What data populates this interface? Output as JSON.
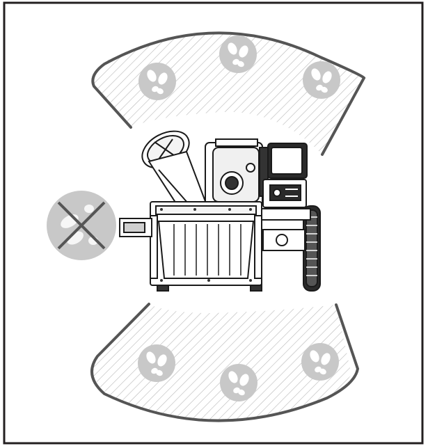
{
  "diagram": {
    "subject": "wood-chipper",
    "zones": [
      {
        "id": "front",
        "allowed": true,
        "footprint_count": 3
      },
      {
        "id": "rear",
        "allowed": true,
        "footprint_count": 3
      },
      {
        "id": "side",
        "allowed": false
      }
    ],
    "colors": {
      "frame": "#231f20",
      "zone_outline": "#555555",
      "hatch": "#b8b8b8",
      "badge": "#c8c8c8",
      "badge_mark": "#ffffff",
      "prohibit_mark": "#555555",
      "machine_line": "#1a1a1a"
    },
    "icons": [
      "footprint-icon",
      "prohibited-footprint-icon"
    ]
  }
}
